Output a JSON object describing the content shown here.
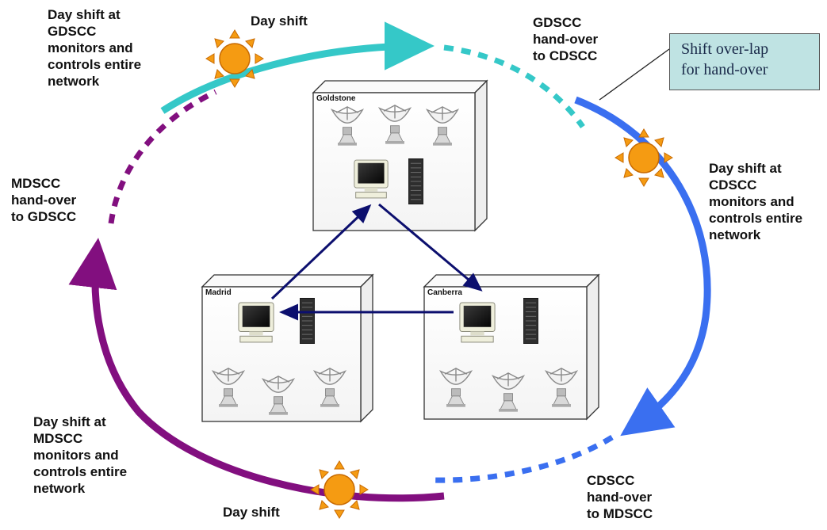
{
  "colors": {
    "gdscc_arc": "#35c8c8",
    "cdscc_arc": "#3a6ff0",
    "mdscc_arc": "#820f7f",
    "link_arrows": "#0c0f6e",
    "sun": "#f59b12",
    "callout_bg": "#bfe3e3"
  },
  "labels": {
    "gdscc_day_shift_text": "Day shift at\nGDSCC\nmonitors and\ncontrols entire\nnetwork",
    "top_day_shift": "Day shift",
    "gdscc_handover": "GDSCC\nhand-over\nto CDSCC",
    "callout": "Shift over-lap\nfor hand-over",
    "mdscc_handover": "MDSCC\nhand-over\nto GDSCC",
    "cdscc_day_shift_text": "Day shift at\nCDSCC\nmonitors and\ncontrols entire\nnetwork",
    "mdscc_day_shift_text": "Day shift at\nMDSCC\nmonitors and\ncontrols entire\nnetwork",
    "bottom_day_shift": "Day shift",
    "cdscc_handover": "CDSCC\nhand-over\nto MDSCC"
  },
  "stations": {
    "goldstone": "Goldstone",
    "madrid": "Madrid",
    "canberra": "Canberra"
  },
  "icons": {
    "sun": "sun-icon",
    "dish": "antenna-dish-icon",
    "computer": "computer-icon",
    "rack": "server-rack-icon"
  }
}
